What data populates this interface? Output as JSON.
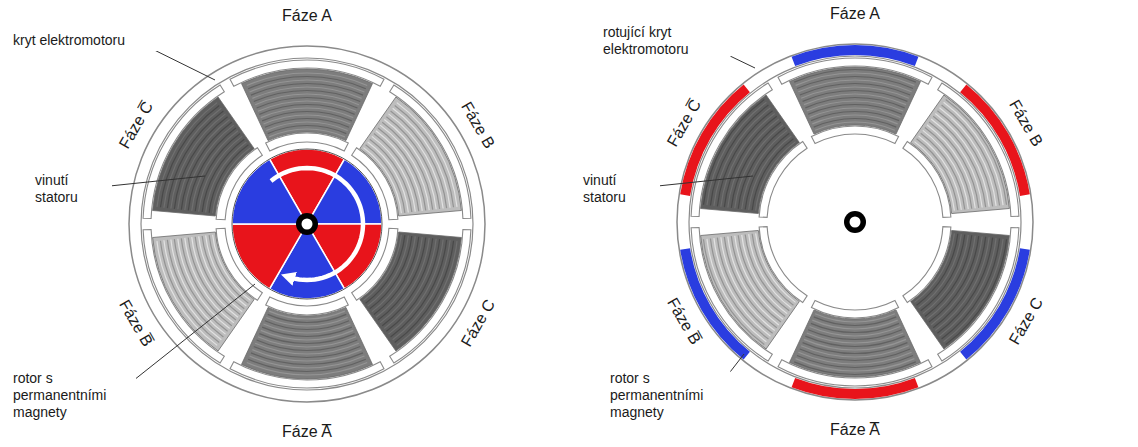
{
  "diagram": {
    "labels": [
      "kryt elektromotoru",
      "vinutí statoru",
      "rotor s permanentními magnety",
      "Fáze A",
      "Fáze B",
      "Fáze C",
      "Fáze A̅",
      "Fáze B̅",
      "Fáze C̅",
      "rotující kryt elektromotoru",
      "vinutí statoru",
      "rotor s permanentními magnety",
      "Fáze A",
      "Fáze B",
      "Fáze C",
      "Fáze A̅",
      "Fáze B̅",
      "Fáze C̅"
    ]
  }
}
